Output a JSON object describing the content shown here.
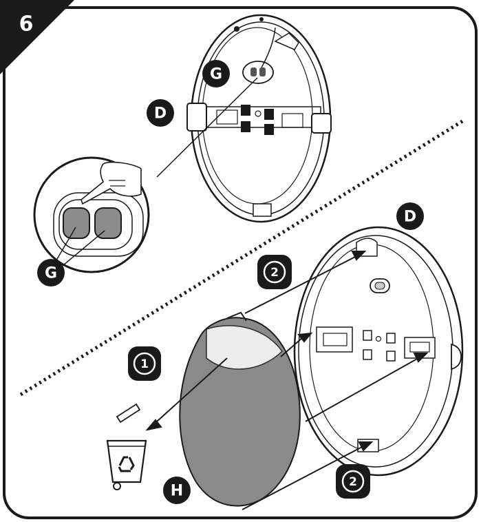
{
  "step": {
    "number": "6"
  },
  "labels": {
    "d_top": "D",
    "d_right": "D",
    "g_top": "G",
    "g_zoom": "G",
    "h": "H",
    "one": "1",
    "two_top": "2",
    "two_bottom": "2"
  },
  "icons": {
    "bin": "recycle-bin-icon",
    "hand": "hand-icon"
  },
  "colors": {
    "border": "#1a1a1a",
    "badge": "#1a1a1a",
    "lens_fill": "#8c8c8c",
    "filter_fill": "#8a8a8a"
  }
}
